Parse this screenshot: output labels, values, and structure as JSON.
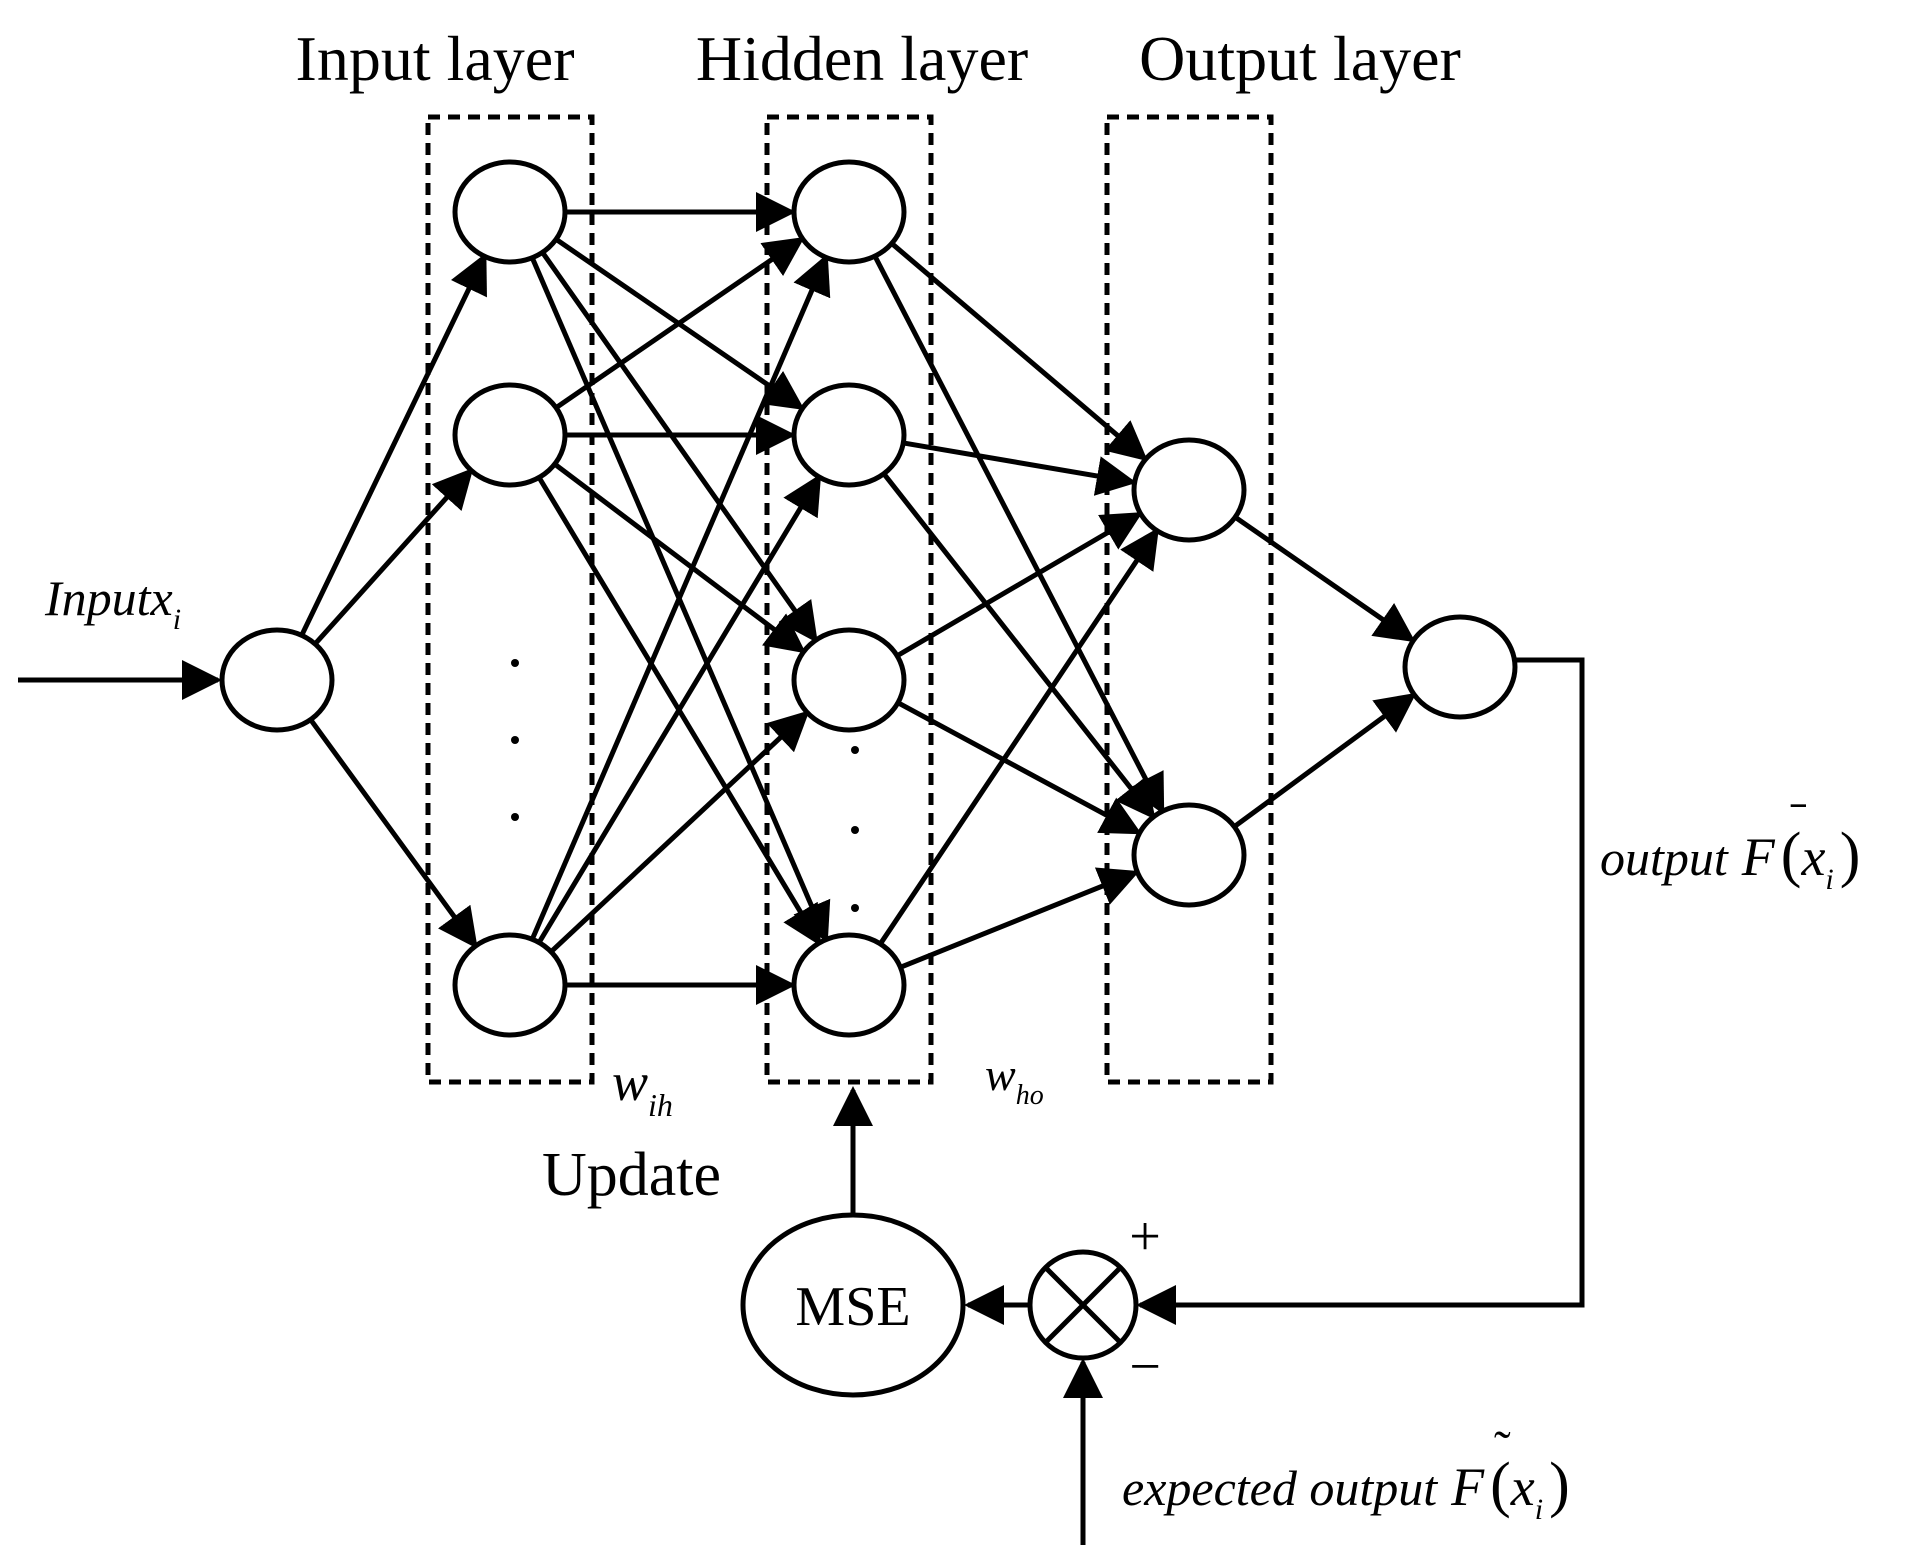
{
  "layers": {
    "input": "Input layer",
    "hidden": "Hidden layer",
    "output": "Output layer"
  },
  "input_label": {
    "main": "Inputx",
    "sub": "i"
  },
  "weights": {
    "ih": {
      "main": "w",
      "sub": "ih"
    },
    "ho": {
      "main": "w",
      "sub": "ho"
    }
  },
  "update_label": "Update",
  "mse_label": "MSE",
  "plus": "+",
  "minus": "−",
  "output_label": {
    "word": "output",
    "func": "F",
    "bar": "ˉ",
    "lparen": "(",
    "var": "x",
    "sub": "i",
    "rparen": ")"
  },
  "expected_label": {
    "word": "expected output",
    "func": "F",
    "tilde": "˜",
    "lparen": "(",
    "var": "x",
    "sub": "i",
    "rparen": ")"
  }
}
